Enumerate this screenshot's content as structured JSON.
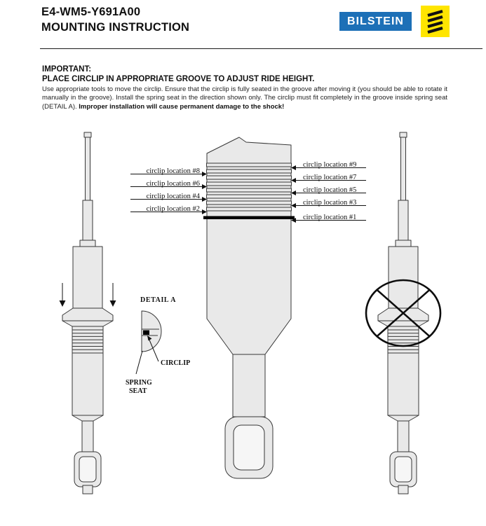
{
  "header": {
    "part_number": "E4-WM5-Y691A00",
    "doc_title": "MOUNTING INSTRUCTION",
    "brand": "BILSTEIN",
    "brand_color": "#1d70b7",
    "badge_color": "#ffe500"
  },
  "notice": {
    "label": "IMPORTANT:",
    "headline": "PLACE CIRCLIP IN APPROPRIATE GROOVE TO ADJUST RIDE HEIGHT.",
    "body": "Use appropriate tools to move the circlip.  Ensure that the circlip is fully seated in the groove after moving it (you should be able to rotate it manually in the groove).  Install the spring seat in the direction shown only.  The circlip must fit completely in the groove inside spring seat (DETAIL A).  ",
    "body_bold": "Improper installation will cause permanent damage to the shock!"
  },
  "diagram": {
    "left_labels": [
      "circlip location #8",
      "circlip location #6",
      "circlip location #4",
      "circlip location #2"
    ],
    "right_labels": [
      "circlip location #9",
      "circlip location #7",
      "circlip location #5",
      "circlip location #3",
      "circlip location #1"
    ],
    "detail_title": "DETAIL A",
    "circlip_label": "CIRCLIP",
    "spring_seat_label_1": "SPRING",
    "spring_seat_label_2": "SEAT"
  }
}
